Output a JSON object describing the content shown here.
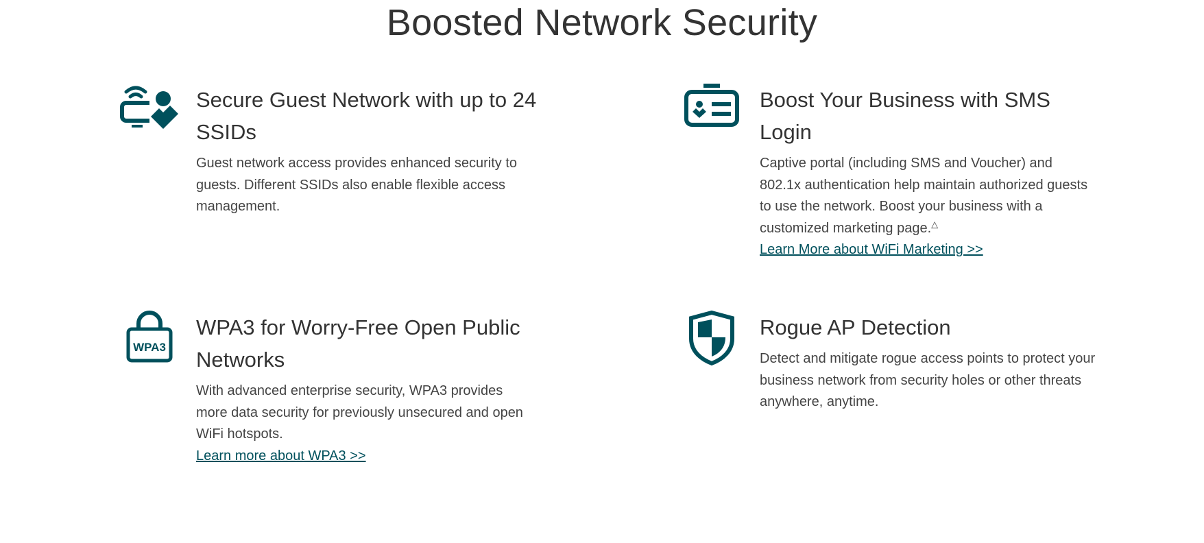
{
  "page_title": "Boosted Network Security",
  "colors": {
    "accent": "#00505c",
    "text": "#333333"
  },
  "features": [
    {
      "icon": "guest-network-icon",
      "heading": "Secure Guest Network with up to 24 SSIDs",
      "body": "Guest network access provides enhanced security to guests. Different SSIDs also enable flexible access management."
    },
    {
      "icon": "id-card-icon",
      "heading": "Boost Your Business with  SMS Login",
      "body": "Captive portal (including SMS and Voucher) and 802.1x authentication help maintain authorized guests to use the network. Boost your business with a customized marketing page.",
      "footnote": "△",
      "link": "Learn More about WiFi Marketing >>"
    },
    {
      "icon": "wpa3-lock-icon",
      "icon_text": "WPA3",
      "heading": "WPA3 for Worry-Free Open Public Networks",
      "body": "With advanced enterprise security, WPA3 provides more data security for previously unsecured and open WiFi hotspots.",
      "link": "Learn more about WPA3 >>"
    },
    {
      "icon": "shield-icon",
      "heading": "Rogue AP Detection",
      "body": "Detect and mitigate rogue access points to protect your business network from security holes or other threats anywhere, anytime."
    }
  ]
}
